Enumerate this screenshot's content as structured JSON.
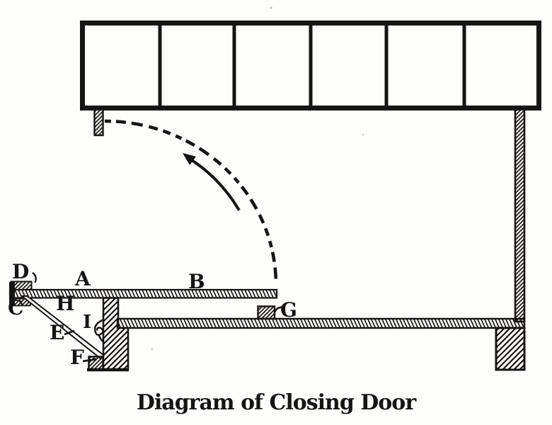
{
  "figure": {
    "caption": "Diagram of Closing Door",
    "labels": [
      {
        "id": "D",
        "text": "D"
      },
      {
        "id": "A",
        "text": "A"
      },
      {
        "id": "B",
        "text": "B"
      },
      {
        "id": "C",
        "text": "C"
      },
      {
        "id": "H",
        "text": "H"
      },
      {
        "id": "E",
        "text": "E"
      },
      {
        "id": "I",
        "text": "I"
      },
      {
        "id": "F",
        "text": "F"
      },
      {
        "id": "G",
        "text": "G"
      }
    ]
  },
  "colors": {
    "ink": "#171512",
    "paper": "#fdfdfb"
  }
}
